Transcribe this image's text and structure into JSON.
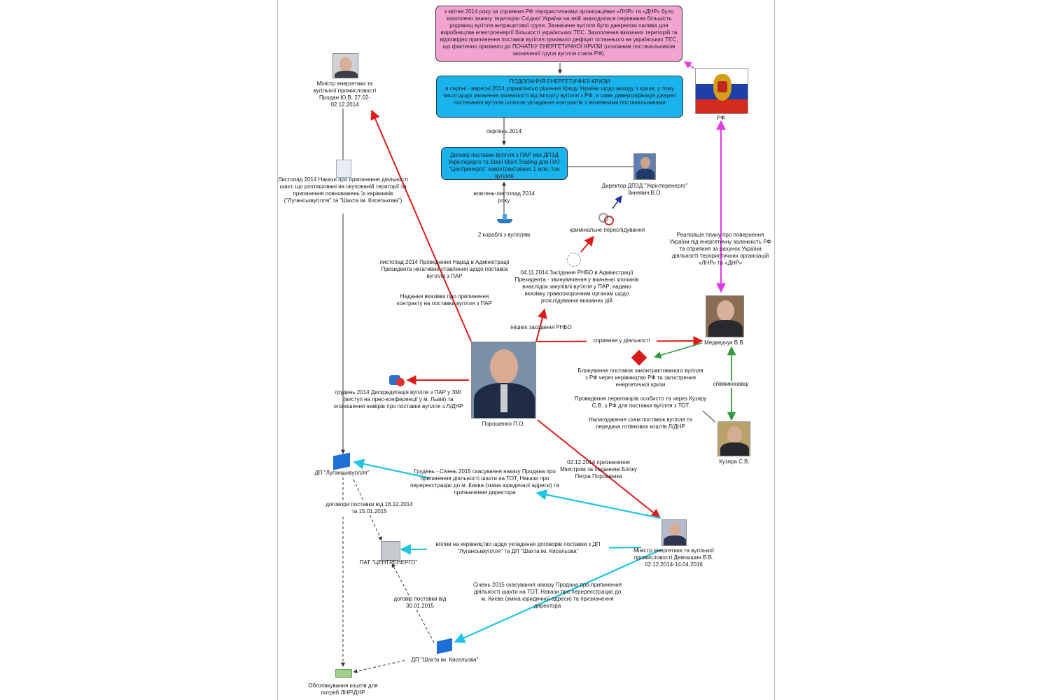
{
  "boxes": {
    "pink": "з квітня 2014 року за сприяння РФ терористичними організаціями «ЛНР» та «ДНР» було захоплено значну територію Східної України на якій знаходилася переважна більшість родовищ вугілля антрацитової групи. Зазначене вугілля було джерелом палива для виробництва електроенергії більшості українських ТЕС. Захоплення вказаних територій та відповідно припинення поставок вугілля зумовило дефіцит останнього на українських ТЕС, що фактично призвело до ПОЧАТКУ ЕНЕРГЕТИЧНОЇ КРИЗИ (основним постачальником зазначеної групи вугілля стала РФ).",
    "crisis_title": "ПОДОЛАННЯ ЕНЕРГЕТИЧНОЇ КРИЗИ",
    "crisis_text": "в серпні - вересні 2014 управлінські рішення Уряду України щодо виходу з кризи, у тому числі щодо зниження залежності від імпорту вугілля з РФ, а саме диверсифікація джерел постачання вугілля шляхом укладання контрактів з іноземними постачальниками",
    "contract": "Договір поставки вугілля з ПАР між ДПЗД Укрінтерерго та Steel Mont Trading для ПАТ \"Центренерго\" законтрактовано 1 млн. тон вугілля"
  },
  "labels": {
    "prodan": "Міністр енергетики та вугільної промисловості Продан Ю.В. 27.02-02.12.2014",
    "rf": "РФ",
    "serpen": "серпень 2014",
    "director": "Директор ДПЗД \"Укрінтеренерго\" Зиневич В.О.",
    "zhovten": "жовтень-листопад 2014 року",
    "ships": "2 кораблі з вугіллям",
    "criminal": "кримінальне переслідування",
    "lystopad": "Листопад 2014 Накази про припинення діяльності шахт, що розташовані на окупованій території та припинення повноважень їх керівників (\"Луганськвугілля\" та \"Шахта ім. Киселькова\")",
    "realization": "Реалізація плану про повернення України під енергетичну залежність РФ та сприяння за рахунок України діяльності терористичних організацій «ЛНР» та «ДНР»",
    "narad": "листопад 2014 Проведення Нарад в Адміністрації Президента негативне ставлення щодо поставок вугілля з ПАР",
    "vkazivky": "Надання вказівки про припинення контракту на поставки вугілля з ПАР",
    "rnbo": "04.11.2014 Засідання РНБО в Адміністрації Президента - звинувачення у вчиненні злочинів внаслідок закупівлі вугілля у ПАР; надано вказівку правоохоронним органам щодо розслідування вказаних дій",
    "initiates": "ініціює засідання РНБО",
    "medvedchuk": "Медведчук В.В.",
    "spryyannia": "сприяння у діяльності",
    "blocking": "Блокування поставок законтрактованого вугілля з РФ через керівництво РФ та загострення енергетичної кризи",
    "spivvykonavtsi": "співвиконавці",
    "negotiations": "Проведення переговорів особисто та через Кузяру С.В. з РФ для поставки вугілля з ТОТ",
    "schemes": "Налагодження схем поставок вугілля та передача готівкових коштів Л/ДНР",
    "kuzyara": "Кузяра С.В.",
    "gruden": "грудень 2014 Дискредитація вугілля з ПАР у ЗМІ (виступ на прес-конференції у м. Львів) та оголошення намірів про поставки вугілля з Л/ДНР",
    "poroshenko": "Порошенко П.О.",
    "appointment": "02.12.2014 призначення Міністром за поданням Блоку Петра Порошенка",
    "luhansk": "ДП \"Луганськвугілля\"",
    "gruden_sichen": "Грудень - Січень 2015 скасування наказу Продана про припинення діяльності шахти на ТОТ, Накази про перереєстрацію до м. Києва (зміна юридичної адреси) та призначення директора",
    "contracts1": "договори поставки від 16.12.2014 та 15.01.2015",
    "centrenergo": "ПАТ \"ЦЕНТРЕНЕРГО\"",
    "vplyv": "вплив на керівництво щодо укладення договорів поставки з ДП \"Луганськвугілля\" та ДП \"Шахта ім. Кисельова\"",
    "demchyshyn": "Міністр енергетики та вугільної промисловості Демчишин В.В. 02.12.2014-14.04.2016",
    "sichen": "Січень 2015 скасування наказу Продана про припинення діяльності шахти на ТОТ, Накази про перереєстрацію до м. Києва (зміна юридичної адреси) та призначення директора",
    "contract2": "договір поставки від 30.01.2015",
    "shakhta": "ДП \"Шахта ім. Кисельова\"",
    "obgotivkuvannia": "Обготівкування коштів для потреб ЛНР\\ДНР"
  },
  "colors": {
    "pink_box": "#f3a3cf",
    "blue_box": "#19b3ee",
    "red_arrow": "#e01b1b",
    "cyan_arrow": "#21c4e6",
    "magenta_arrow": "#e23ae6",
    "green_arrow": "#2e9b3c",
    "dark_arrow": "#333333"
  }
}
